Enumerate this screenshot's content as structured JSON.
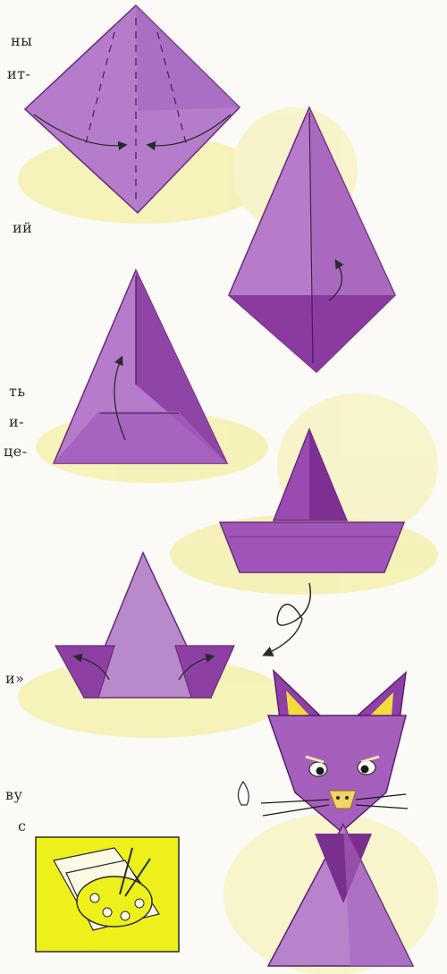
{
  "text_fragments": [
    "ны",
    "ит-",
    "ий",
    "ть",
    "и-",
    "це-",
    "и»",
    "ву",
    "с"
  ],
  "colors": {
    "paper_purple": "#9b4fb0",
    "paper_light": "#c79bd5",
    "paper_dark": "#7a2f8a",
    "highlight_yellow": "#f3ef9a",
    "icon_yellow": "#eef01c",
    "cat_ear_yellow": "#f1dc3c",
    "cat_nose": "#f3d26a"
  },
  "icons": {
    "fold_arrow": "curved-arrow-icon",
    "palette_badge": "artist-palette-icon",
    "cat": "origami-cat",
    "droplet": "water-drop-icon"
  }
}
